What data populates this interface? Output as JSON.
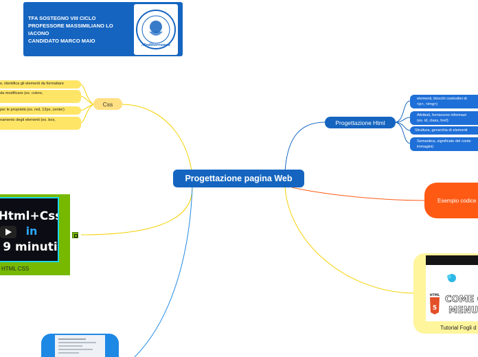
{
  "header": {
    "lines": [
      "TFA SOSTEGNO VIII CICLO",
      "PROFESSORE MASSIMILIANO LO",
      "IACONO",
      "CANDIDATO MARCO MAIO"
    ],
    "logo_icon": "university-seal-icon",
    "logo_text": "Mediterranea"
  },
  "central": {
    "label": "Progettazione pagina Web"
  },
  "css_branch": {
    "label": "Css",
    "items": [
      "e, identifica gli elementi da formattare",
      "da modificare (es. colore,",
      "per le proprietà (es. red, 12px, center)",
      "namento degli elementi (es. box,"
    ]
  },
  "html_branch": {
    "label": "Progettazione Html",
    "items": [
      {
        "lines": [
          "elementi,  blocchi costruttivi di",
          "<p>, <img>)"
        ]
      },
      {
        "lines": [
          "Attributi, forniscono informazi",
          "(es. id, class, href)"
        ]
      },
      {
        "lines": [
          "Struttura, gerarchia di elementi"
        ]
      },
      {
        "lines": [
          "Semantica, significato del conte",
          "immagini)"
        ]
      }
    ]
  },
  "esempio": {
    "label": "Esempio codice"
  },
  "video": {
    "line1": "Html+Css",
    "line2": "in",
    "line3": "9 minuti",
    "caption": "HTML CSS",
    "play_icon": "play-icon",
    "link_icon": "link-square-icon"
  },
  "tutorial": {
    "caption": "Tutorial Fogli d",
    "thumb_text1": "COME C",
    "thumb_text2": "MENU",
    "html5_badge": "HTML"
  },
  "colors": {
    "header_blue": "#1565c0",
    "css_yellow": "#ffe082",
    "esempio_orange": "#ff5a14",
    "tutorial_yellow": "#fff59d",
    "video_green": "#76b900"
  }
}
